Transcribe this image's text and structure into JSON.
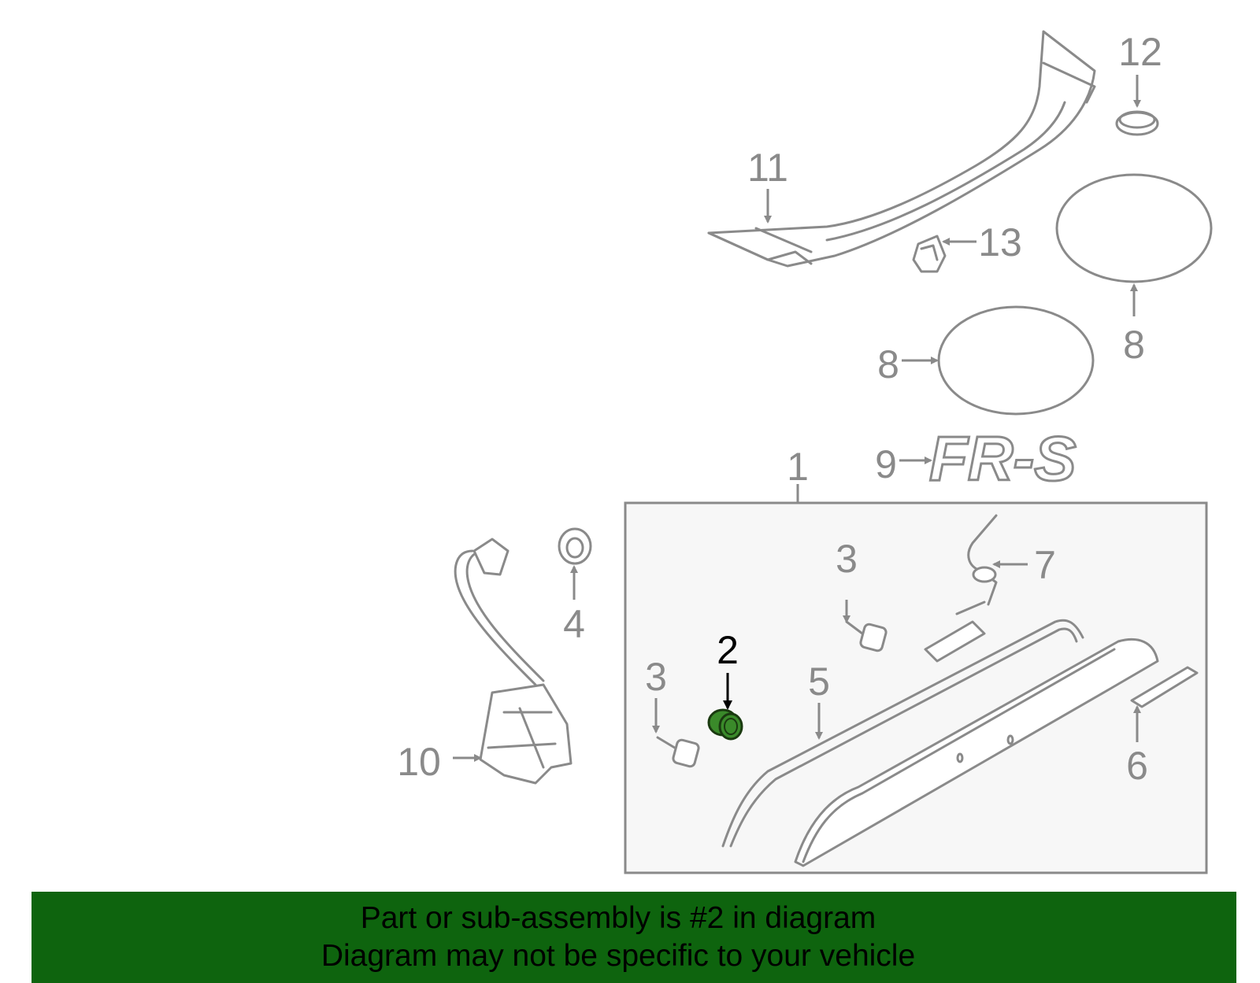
{
  "diagram": {
    "callouts": {
      "c1": "1",
      "c2": "2",
      "c3a": "3",
      "c3b": "3",
      "c4": "4",
      "c5": "5",
      "c6": "6",
      "c7": "7",
      "c8a": "8",
      "c8b": "8",
      "c9": "9",
      "c10": "10",
      "c11": "11",
      "c12": "12",
      "c13": "13"
    },
    "emblem_text": "FR-S",
    "highlighted_part": "2",
    "colors": {
      "line": "#8a8a8a",
      "highlight_part": "#3a8a2a",
      "banner_bg": "#0e640e",
      "panel_bg": "#f7f7f7"
    }
  },
  "banner": {
    "line1": "Part or sub-assembly is #2 in diagram",
    "line2": "Diagram may not be specific to your vehicle"
  }
}
